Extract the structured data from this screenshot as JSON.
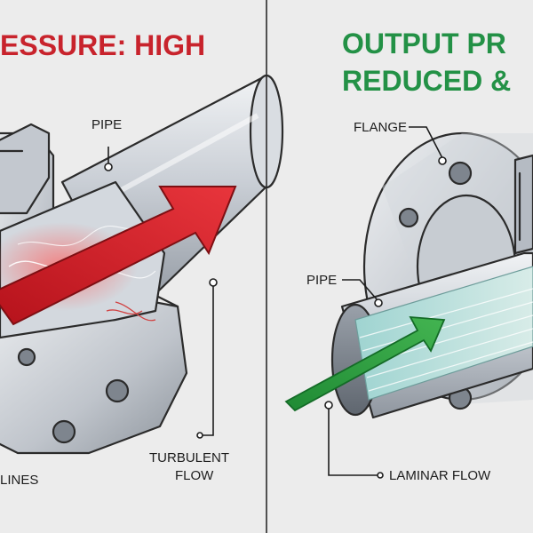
{
  "left_panel": {
    "header": "ESSURE: HIGH",
    "labels": {
      "pipe": "PIPE",
      "turbulent_line1": "TURBULENT",
      "turbulent_line2": "FLOW",
      "partial_bottom": "LINES"
    },
    "arrow_color": "#d3202a"
  },
  "right_panel": {
    "header_line1": "OUTPUT PR",
    "header_line2": "REDUCED &",
    "labels": {
      "flange": "FLANGE",
      "pipe": "PIPE",
      "laminar": "LAMINAR FLOW"
    },
    "arrow_color": "#2e9e3f"
  },
  "colors": {
    "background": "#ececec",
    "steel_light": "#d7dbe0",
    "steel_mid": "#b6bcc4",
    "steel_dark": "#8c939c",
    "divider": "#2a2a2a"
  }
}
